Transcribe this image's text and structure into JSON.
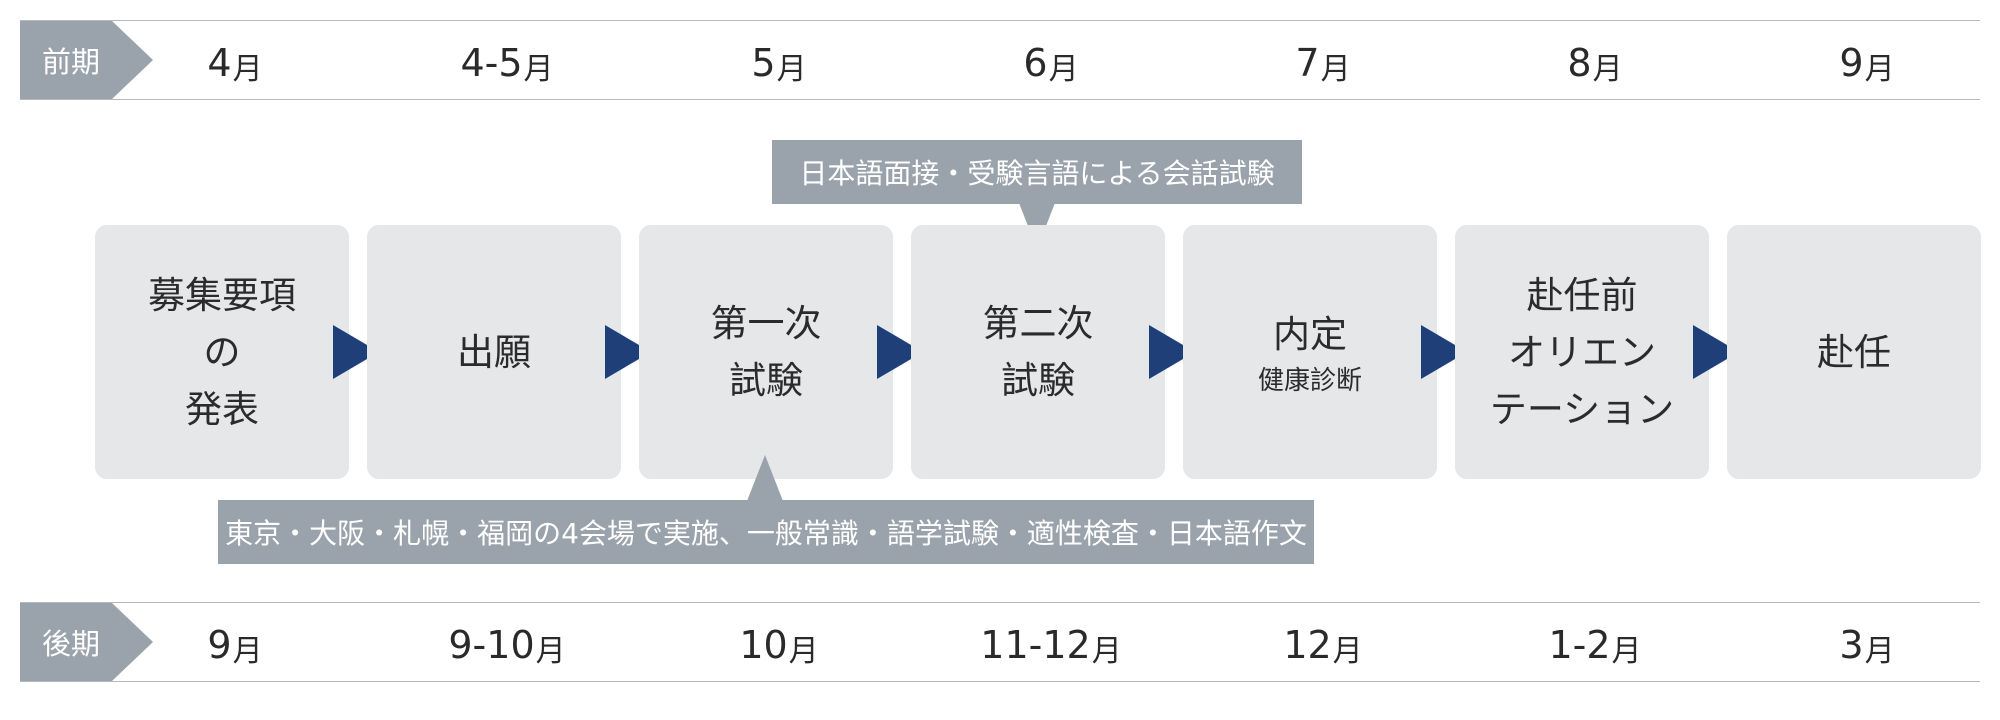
{
  "top_period": {
    "label": "前期",
    "months": [
      {
        "num": "4",
        "unit": "月"
      },
      {
        "num": "4-5",
        "unit": "月"
      },
      {
        "num": "5",
        "unit": "月"
      },
      {
        "num": "6",
        "unit": "月"
      },
      {
        "num": "7",
        "unit": "月"
      },
      {
        "num": "8",
        "unit": "月"
      },
      {
        "num": "9",
        "unit": "月"
      }
    ]
  },
  "bottom_period": {
    "label": "後期",
    "months": [
      {
        "num": "9",
        "unit": "月"
      },
      {
        "num": "9-10",
        "unit": "月"
      },
      {
        "num": "10",
        "unit": "月"
      },
      {
        "num": "11-12",
        "unit": "月"
      },
      {
        "num": "12",
        "unit": "月"
      },
      {
        "num": "1-2",
        "unit": "月"
      },
      {
        "num": "3",
        "unit": "月"
      }
    ]
  },
  "steps": [
    {
      "lines": [
        "募集要項",
        "の",
        "発表"
      ],
      "sub": ""
    },
    {
      "lines": [
        "出願"
      ],
      "sub": ""
    },
    {
      "lines": [
        "第一次",
        "試験"
      ],
      "sub": ""
    },
    {
      "lines": [
        "第二次",
        "試験"
      ],
      "sub": ""
    },
    {
      "lines": [
        "内定"
      ],
      "sub": "健康診断"
    },
    {
      "lines": [
        "赴任前",
        "オリエン",
        "テーション"
      ],
      "sub": ""
    },
    {
      "lines": [
        "赴任"
      ],
      "sub": ""
    }
  ],
  "callouts": {
    "second_exam": "日本語面接・受験言語による会話試験",
    "first_exam": "東京・大阪・札幌・福岡の4会場で実施、一般常識・語学試験・適性検査・日本語作文"
  },
  "colors": {
    "arrow": "#1f3f78",
    "tag": "#9aa3ab",
    "box": "#e6e7e9"
  }
}
